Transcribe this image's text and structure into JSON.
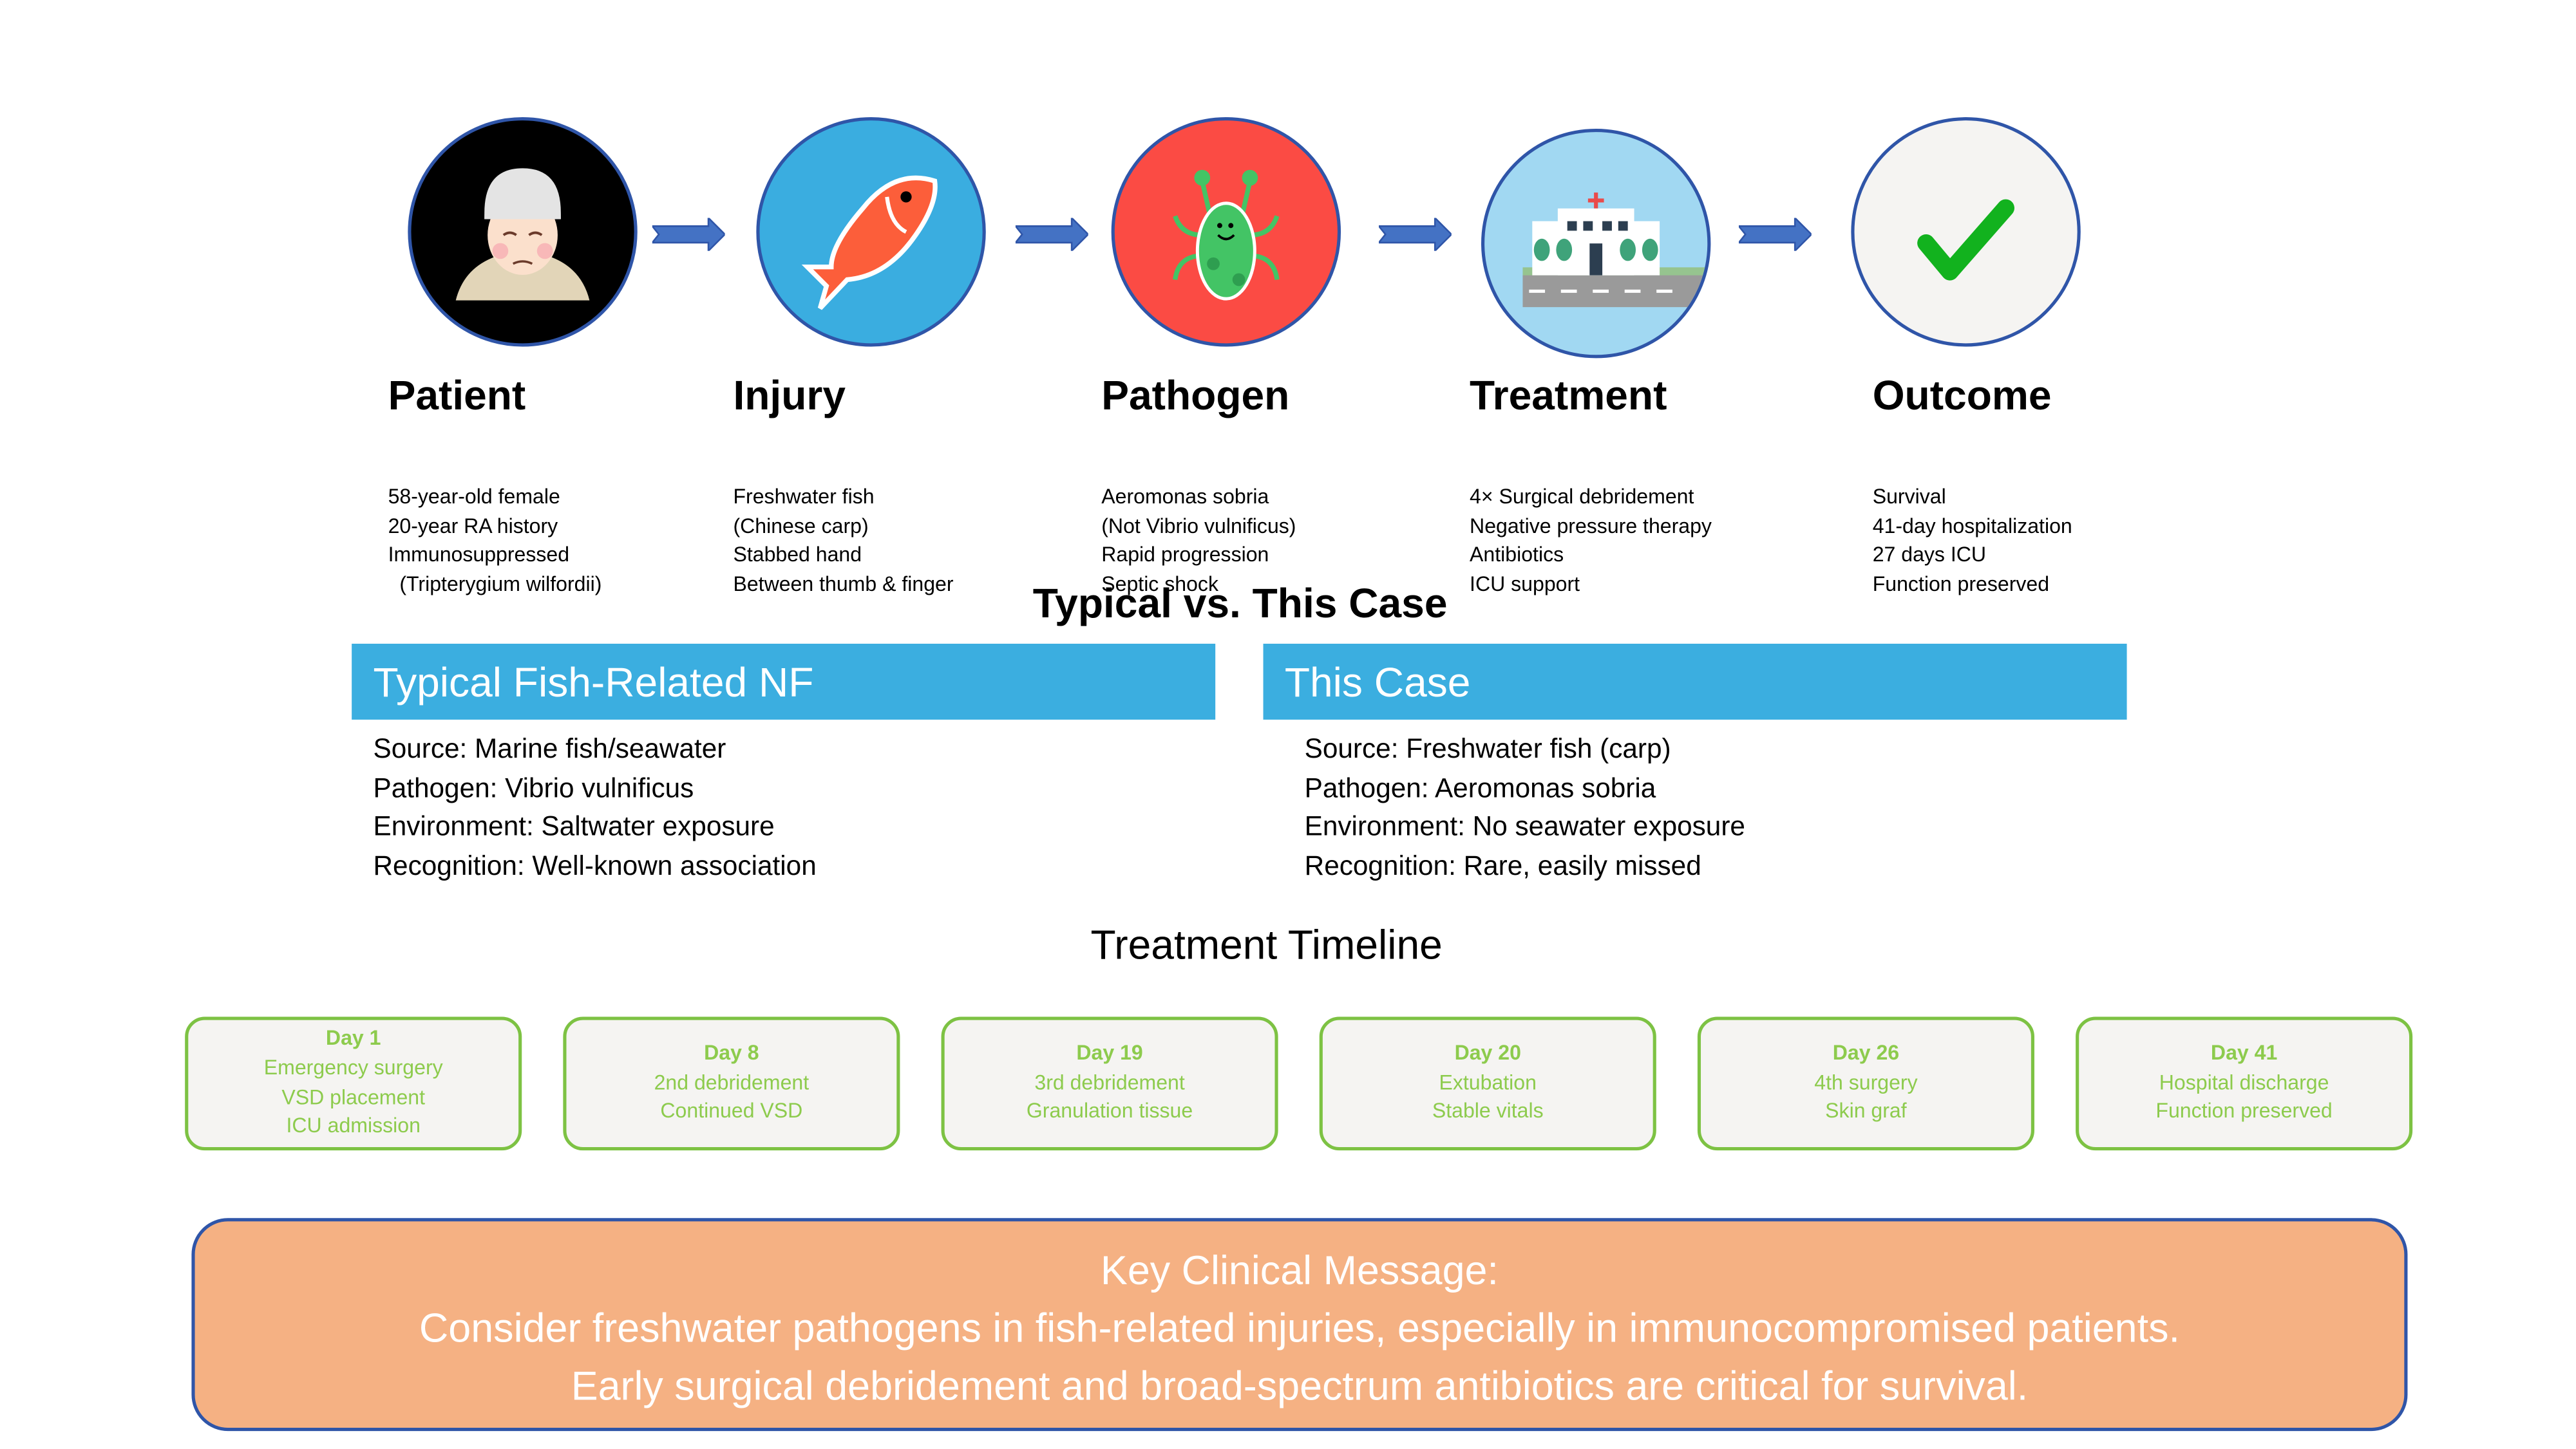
{
  "steps": [
    {
      "icon": "elderly-woman-icon",
      "title": "Patient",
      "lines": [
        "58-year-old female",
        "20-year RA history",
        "Immunosuppressed",
        "  (Tripterygium wilfordii)"
      ],
      "color": "#000000"
    },
    {
      "icon": "fish-icon",
      "title": "Injury",
      "lines": [
        "Freshwater fish",
        "(Chinese carp)",
        "Stabbed hand",
        "Between thumb & finger"
      ],
      "color": "#3AADE0"
    },
    {
      "icon": "bacteria-icon",
      "title": "Pathogen",
      "lines": [
        "Aeromonas sobria",
        "(Not Vibrio vulnificus)",
        "Rapid progression",
        "Septic shock"
      ],
      "color": "#FB4B44"
    },
    {
      "icon": "hospital-icon",
      "title": "Treatment",
      "lines": [
        "4× Surgical debridement",
        "Negative pressure therapy",
        "Antibiotics",
        "ICU support"
      ],
      "color": "#A1D8F2"
    },
    {
      "icon": "checkmark-icon",
      "title": "Outcome",
      "lines": [
        "Survival",
        "41-day hospitalization",
        "27 days ICU",
        "Function preserved"
      ],
      "color": "#F5F4F2"
    }
  ],
  "comparison": {
    "title": "Typical vs. This Case",
    "typical": {
      "header": "Typical Fish-Related NF",
      "lines": [
        "Source: Marine fish/seawater",
        "Pathogen: Vibrio vulnificus",
        "Environment: Saltwater exposure",
        "Recognition: Well-known association"
      ]
    },
    "this_case": {
      "header": "This Case",
      "lines": [
        "Source: Freshwater fish (carp)",
        "Pathogen: Aeromonas sobria",
        "Environment: No seawater exposure",
        "Recognition: Rare, easily missed"
      ]
    }
  },
  "timeline": {
    "title": "Treatment Timeline",
    "items": [
      {
        "day": "Day 1",
        "lines": [
          "Emergency surgery",
          "VSD placement",
          "ICU admission"
        ]
      },
      {
        "day": "Day 8",
        "lines": [
          "2nd debridement",
          "Continued VSD"
        ]
      },
      {
        "day": "Day 19",
        "lines": [
          "3rd debridement",
          "Granulation tissue"
        ]
      },
      {
        "day": "Day 20",
        "lines": [
          "Extubation",
          "Stable vitals"
        ]
      },
      {
        "day": "Day 26",
        "lines": [
          "4th surgery",
          "Skin graf"
        ]
      },
      {
        "day": "Day 41",
        "lines": [
          "Hospital discharge",
          "Function preserved"
        ]
      }
    ]
  },
  "message": {
    "lines": [
      "Key Clinical Message:",
      "Consider freshwater pathogens in fish-related injuries, especially in immunocompromised patients.",
      "Early surgical debridement and broad-spectrum antibiotics are critical for survival."
    ]
  },
  "colors": {
    "accent_blue": "#3BAEE0",
    "border_blue": "#2F55A8",
    "timeline_green": "#7DC243",
    "message_bg": "#F5B183"
  }
}
